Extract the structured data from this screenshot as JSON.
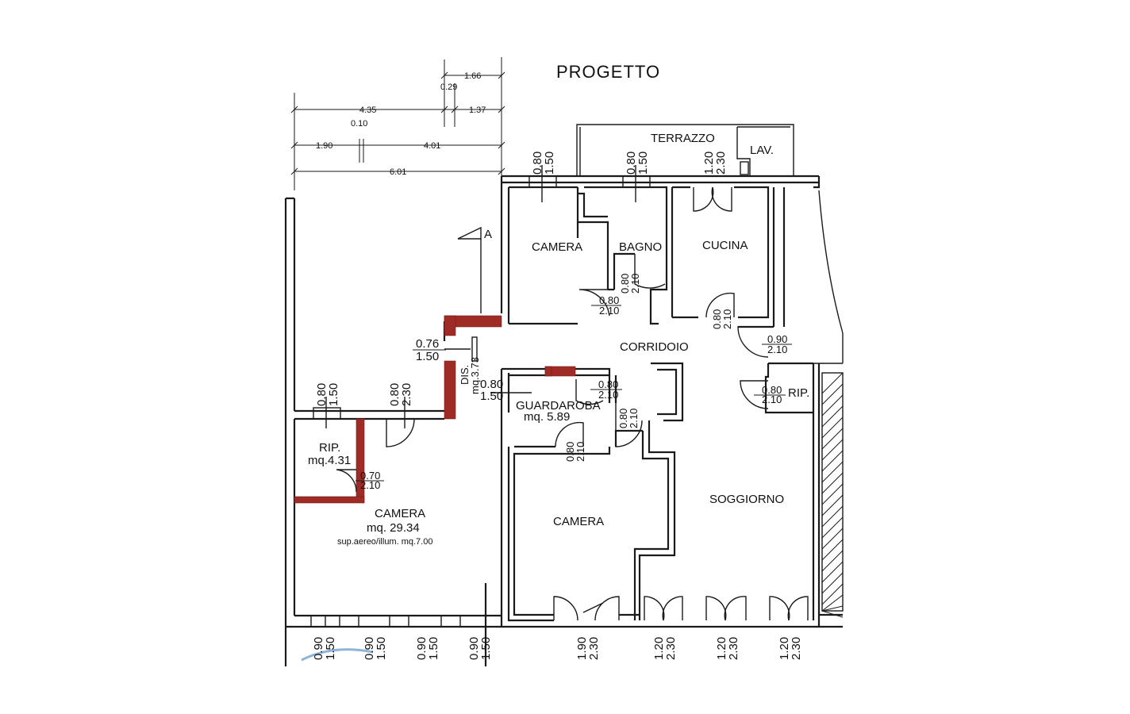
{
  "title": "PROGETTO",
  "section_marker": "A",
  "colors": {
    "demolition_wall": "#9e2b25",
    "lines": "#1a1a1a",
    "stamp": "#8fb3d9"
  },
  "dimensions": {
    "d166": "1.66",
    "d029": "0.29",
    "d435": "4.35",
    "d137": "1.37",
    "d010": "0.10",
    "d190": "1.90",
    "d401": "4.01",
    "d601": "6.01"
  },
  "rooms": {
    "terrazzo": "TERRAZZO",
    "lav": "LAV.",
    "camera_nw": "CAMERA",
    "bagno": "BAGNO",
    "cucina": "CUCINA",
    "corridoio": "CORRIDOIO",
    "dis": "DIS.",
    "dis_area": "mq.3.73",
    "guardaroba": "GUARDAROBA",
    "guardaroba_area": "mq.  5.89",
    "rip_w": "RIP.",
    "rip_w_area": "mq.4.31",
    "rip_e": "RIP.",
    "camera_sw": "CAMERA",
    "camera_sw_area": "mq.  29.34",
    "camera_sw_note": "sup.aereo/illum.  mq.7.00",
    "camera_s": "CAMERA",
    "soggiorno": "SOGGIORNO"
  },
  "openings": {
    "top_w1": "0.80",
    "top_h1": "1.50",
    "top_w2": "0.80",
    "top_h2": "1.50",
    "top_w3": "1.20",
    "top_h3": "2.30",
    "bagno_w": "0.80",
    "bagno_h": "2.10",
    "cam_w": "0.80",
    "cam_h": "2.10",
    "cuc_w": "0.80",
    "cuc_h": "2.10",
    "east_w": "0.90",
    "east_h": "2.10",
    "dis_w": "0.76",
    "dis_h": "1.50",
    "guard_w": "0.80",
    "guard_h": "1.50",
    "gdoor_w": "0.80",
    "gdoor_h": "2.10",
    "cs_w": "0.80",
    "cs_h": "2.10",
    "gb_w": "0.80",
    "gb_h": "2.10",
    "ripe_w": "0.80",
    "ripe_h": "2.10",
    "west_w1": "0.80",
    "west_h1": "1.50",
    "west_w2": "0.80",
    "west_h2": "2.30",
    "rip_door_w": "0.70",
    "rip_door_h": "2.10",
    "bot_w1": "0.90",
    "bot_h1": "1.50",
    "bot_w2": "0.90",
    "bot_h2": "1.50",
    "bot_w3": "0.90",
    "bot_h3": "1.50",
    "bot_w4": "0.90",
    "bot_h4": "1.50",
    "bot_w5": "1.90",
    "bot_h5": "2.30",
    "bot_w6": "1.20",
    "bot_h6": "2.30",
    "bot_w7": "1.20",
    "bot_h7": "2.30",
    "bot_w8": "1.20",
    "bot_h8": "2.30"
  }
}
